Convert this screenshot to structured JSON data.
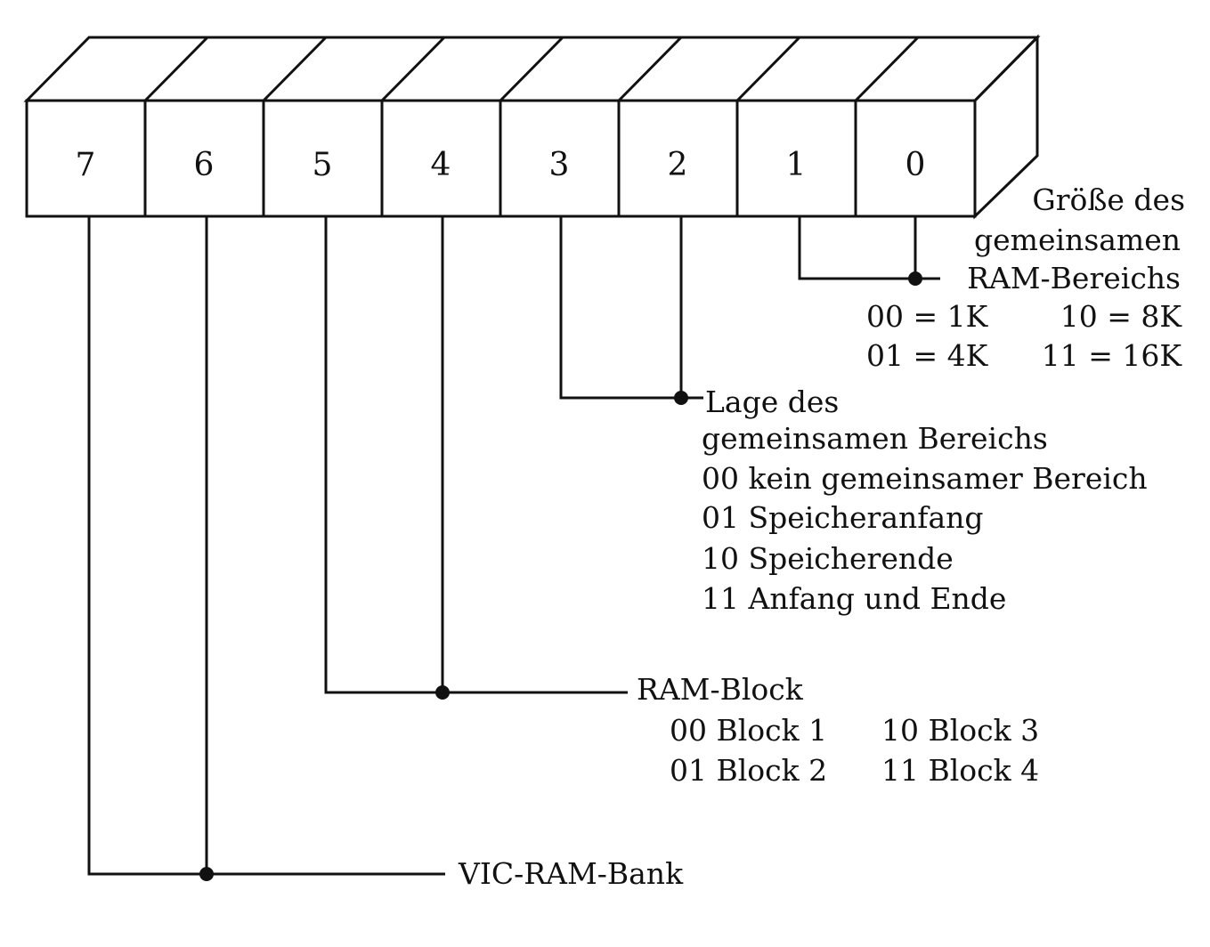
{
  "register": {
    "bits": [
      "7",
      "6",
      "5",
      "4",
      "3",
      "2",
      "1",
      "0"
    ]
  },
  "fields": {
    "size": {
      "title_lines": [
        "Größe des",
        "gemeinsamen",
        "RAM-Bereichs"
      ],
      "options": [
        [
          "00 = 1K",
          "10 =  8K"
        ],
        [
          "01 = 4K",
          "11 = 16K"
        ]
      ]
    },
    "location": {
      "title_lines": [
        "Lage des",
        "gemeinsamen Bereichs"
      ],
      "options": [
        "00 kein gemeinsamer Bereich",
        "01 Speicheranfang",
        "10 Speicherende",
        "11 Anfang und Ende"
      ]
    },
    "ram_block": {
      "title": "RAM-Block",
      "options": [
        [
          "00 Block 1",
          "10 Block 3"
        ],
        [
          "01 Block 2",
          "11 Block 4"
        ]
      ]
    },
    "vic_bank": {
      "title": "VIC-RAM-Bank"
    }
  }
}
